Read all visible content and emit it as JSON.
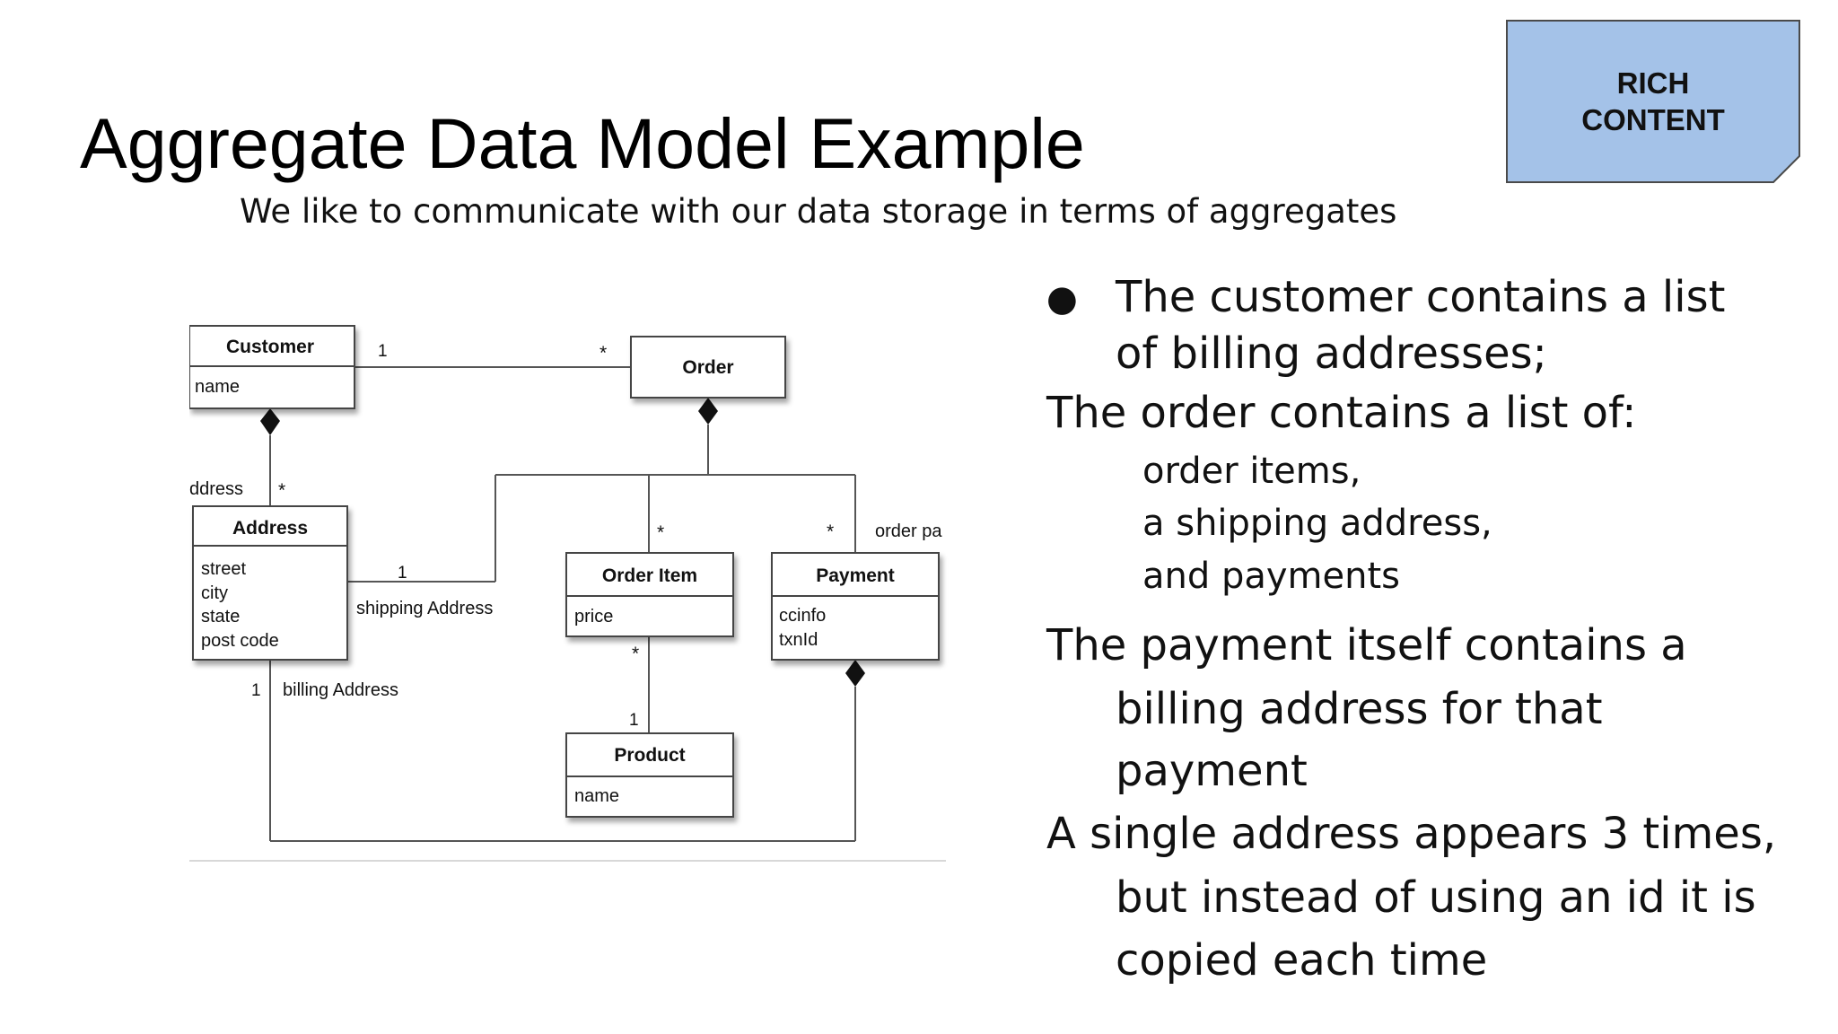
{
  "slide": {
    "title": "Aggregate Data Model Example",
    "subtitle": "We like to communicate with our data storage in terms of aggregates"
  },
  "badge": {
    "line1": "RICH",
    "line2": "CONTENT",
    "fill": "#a4c2e8",
    "border": "#4a4a4a"
  },
  "diagram": {
    "classes": {
      "customer": {
        "name": "Customer",
        "attrs": [
          "name"
        ]
      },
      "order": {
        "name": "Order"
      },
      "address": {
        "name": "Address",
        "attrs": [
          "street",
          "city",
          "state",
          "post code"
        ]
      },
      "order_item": {
        "name": "Order Item",
        "attrs": [
          "price"
        ]
      },
      "payment": {
        "name": "Payment",
        "attrs": [
          "ccinfo",
          "txnId"
        ]
      },
      "product": {
        "name": "Product",
        "attrs": [
          "name"
        ]
      }
    },
    "labels": {
      "cust_order_one": "1",
      "cust_order_many": "*",
      "cust_address_role": "ddress",
      "cust_address_many": "*",
      "order_item_many": "*",
      "order_payment_many": "*",
      "order_payment_role": "order pa",
      "shipping_one": "1",
      "shipping_role": "shipping Address",
      "billing_one": "1",
      "billing_role": "billing Address",
      "item_product_many": "*",
      "item_product_one": "1"
    }
  },
  "notes": {
    "bullet": "●",
    "line1a": "The customer contains a list",
    "line1b": "of billing addresses;",
    "line2": "The order contains a list of:",
    "sub1": "order items,",
    "sub2": "a shipping address,",
    "sub3": "and payments",
    "line3a": "The payment itself contains a",
    "line3b": "billing address for that",
    "line3c": "payment",
    "line4a": "A single address appears 3 times,",
    "line4b": "but instead of using an id it is",
    "line4c": "copied each time"
  }
}
